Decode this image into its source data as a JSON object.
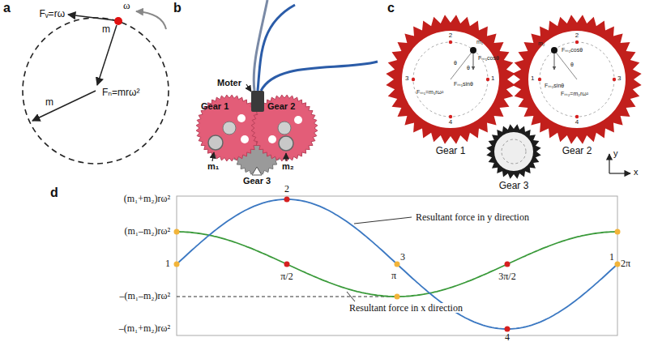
{
  "diagram": {
    "nodes": [
      {
        "text": [
          "Gear 1"
        ]
      },
      {
        "text": [
          "Gear 2"
        ]
      },
      {
        "text": [
          "Gear 3"
        ]
      }
    ],
    "labels": [
      "a",
      "b",
      "c",
      "d",
      "ω",
      "Fᵥ=rω",
      "m",
      "m",
      "Fₙ=mrω²",
      "Moter",
      "Gear 1",
      "Gear 2",
      "m₁",
      "m₂",
      "Gear 3",
      "2",
      "m₁",
      "Fₘ₁cosθ",
      "θ",
      "θ",
      "3",
      "Fₘ₁=m₁rω²",
      "Fₘ₁sinθ",
      "1",
      "4",
      "2",
      "m₂",
      "Fₘ₂cosθ",
      "θ",
      "1",
      "Fₘ₂sinθ",
      "Fₘ₂=m₂rω²",
      "3",
      "4",
      "y",
      "x",
      "(m₁+m₂)rω²",
      "(m₁–m₂)rω²",
      "1",
      "–(m₁–m₂)rω²",
      "–(m₁+m₂)rω²",
      "2",
      "π/2",
      "π",
      "3",
      "3π/2",
      "1",
      "2π",
      "4",
      "Resultant force in y direction",
      "Resultant force in x direction"
    ]
  }
}
